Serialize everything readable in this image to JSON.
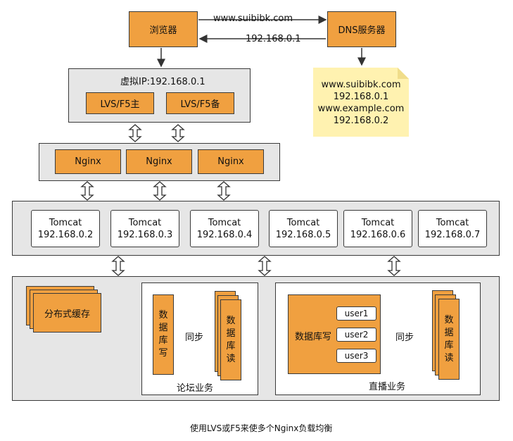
{
  "browser": "浏览器",
  "dns_server": "DNS服务器",
  "edge_request": "www.suibibk.com",
  "edge_response": "192.168.0.1",
  "dns_note": [
    "www.suibibk.com",
    "192.168.0.1",
    "www.example.com",
    "192.168.0.2"
  ],
  "vip_label": "虚拟IP:192.168.0.1",
  "lvs_master": "LVS/F5主",
  "lvs_backup": "LVS/F5备",
  "nginx": [
    "Nginx",
    "Nginx",
    "Nginx"
  ],
  "tomcats": [
    {
      "name": "Tomcat",
      "ip": "192.168.0.2"
    },
    {
      "name": "Tomcat",
      "ip": "192.168.0.3"
    },
    {
      "name": "Tomcat",
      "ip": "192.168.0.4"
    },
    {
      "name": "Tomcat",
      "ip": "192.168.0.5"
    },
    {
      "name": "Tomcat",
      "ip": "192.168.0.6"
    },
    {
      "name": "Tomcat",
      "ip": "192.168.0.7"
    }
  ],
  "distributed_cache": "分布式缓存",
  "forum": {
    "write_chars": [
      "数",
      "据",
      "库",
      "写"
    ],
    "read_chars": [
      "数",
      "据",
      "库",
      "读"
    ],
    "sync": "同步",
    "label": "论坛业务"
  },
  "live": {
    "write": "数据库写",
    "users": [
      "user1",
      "user2",
      "user3"
    ],
    "sync": "同步",
    "read_chars": [
      "数",
      "据",
      "库",
      "读"
    ],
    "label": "直播业务"
  },
  "caption": "使用LVS或F5来使多个Nginx负载均衡",
  "colors": {
    "orange": "#f0a040",
    "gray": "#e6e6e6",
    "note": "#fff2b0"
  }
}
